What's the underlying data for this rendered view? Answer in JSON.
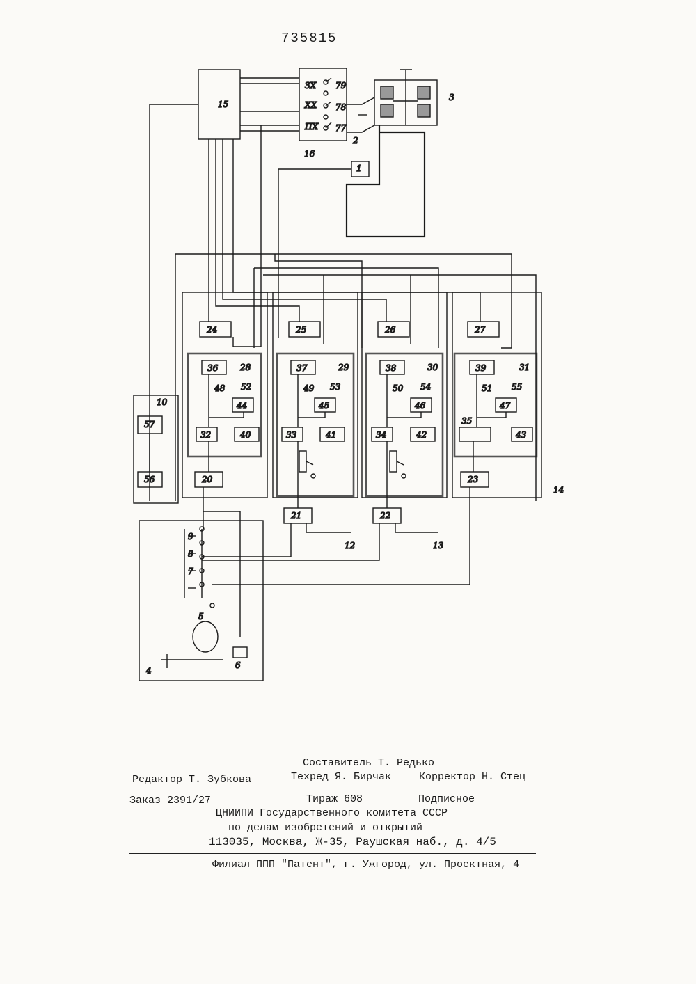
{
  "patent_number": "735815",
  "figure_labels": {
    "n1": "1",
    "n2": "2",
    "n3": "3",
    "n4": "4",
    "n5": "5",
    "n6": "6",
    "n7": "7",
    "n8": "8",
    "n9": "9",
    "n10": "10",
    "n12": "12",
    "n13": "13",
    "n14": "14",
    "n15": "15",
    "n16": "16",
    "n20": "20",
    "n21": "21",
    "n22": "22",
    "n23": "23",
    "n24": "24",
    "n25": "25",
    "n26": "26",
    "n27": "27",
    "n28": "28",
    "n29": "29",
    "n30": "30",
    "n31": "31",
    "n32": "32",
    "n33": "33",
    "n34": "34",
    "n35": "35",
    "n36": "36",
    "n37": "37",
    "n38": "38",
    "n39": "39",
    "n40": "40",
    "n41": "41",
    "n42": "42",
    "n43": "43",
    "n44": "44",
    "n45": "45",
    "n46": "46",
    "n47": "47",
    "n48": "48",
    "n49": "49",
    "n50": "50",
    "n51": "51",
    "n52": "52",
    "n53": "53",
    "n54": "54",
    "n55": "55",
    "n56": "56",
    "n57": "57",
    "sx": "ЗХ",
    "xx": "ХХ",
    "px": "ПХ",
    "t77": "77",
    "t78": "78",
    "t79": "79"
  },
  "imprint": {
    "compiler": "Составитель Т. Редько",
    "editor": "Редактор Т. Зубкова",
    "techred": "Техред Я. Бирчак",
    "corrector": "Корректор Н. Стец",
    "order": "Заказ 2391/27",
    "circulation": "Тираж 608",
    "subscription": "Подписное",
    "org": "ЦНИИПИ Государственного комитета СССР",
    "dept": "по делам изобретений и открытий",
    "address": "113035, Москва, Ж-35, Раушская наб., д. 4/5",
    "branch": "Филиал ППП \"Патент\", г. Ужгород, ул. Проектная, 4"
  }
}
